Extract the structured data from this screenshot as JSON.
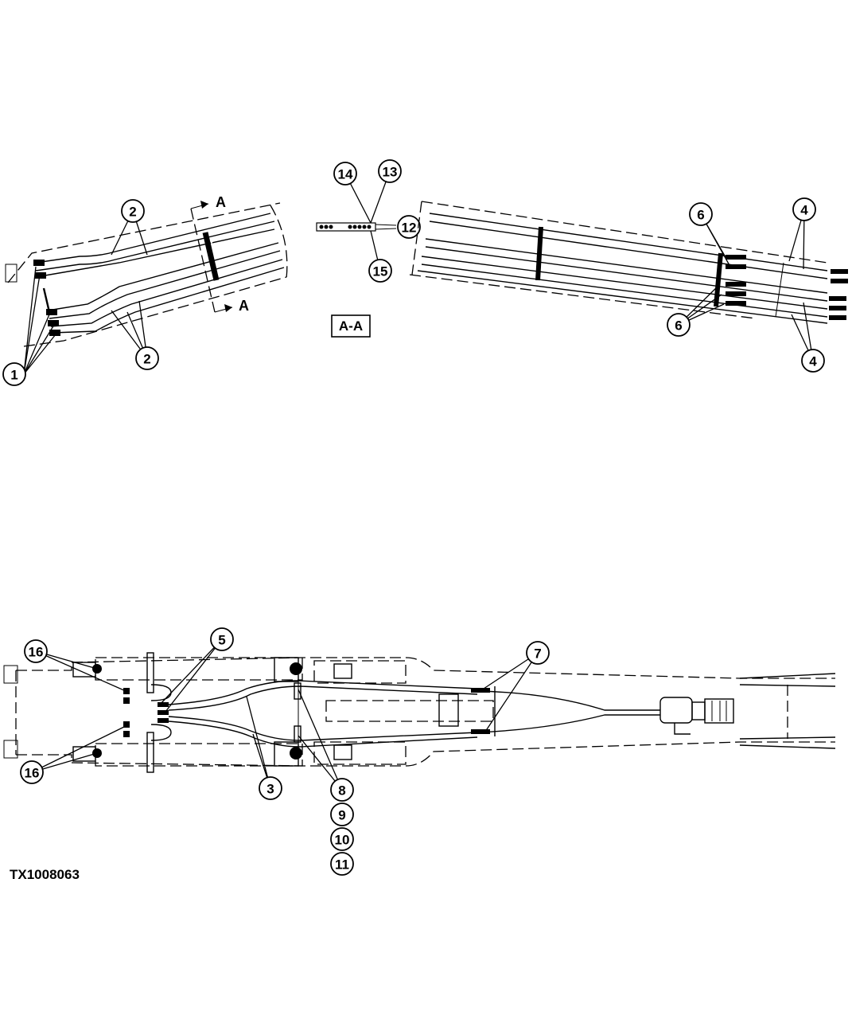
{
  "figure_id": "TX1008063",
  "section_label": "A-A",
  "section_marker": "A",
  "callouts": {
    "c1": "1",
    "c2": "2",
    "c3": "3",
    "c4": "4",
    "c5": "5",
    "c6": "6",
    "c7": "7",
    "c8": "8",
    "c9": "9",
    "c10": "10",
    "c11": "11",
    "c12": "12",
    "c13": "13",
    "c14": "14",
    "c15": "15",
    "c16": "16"
  }
}
